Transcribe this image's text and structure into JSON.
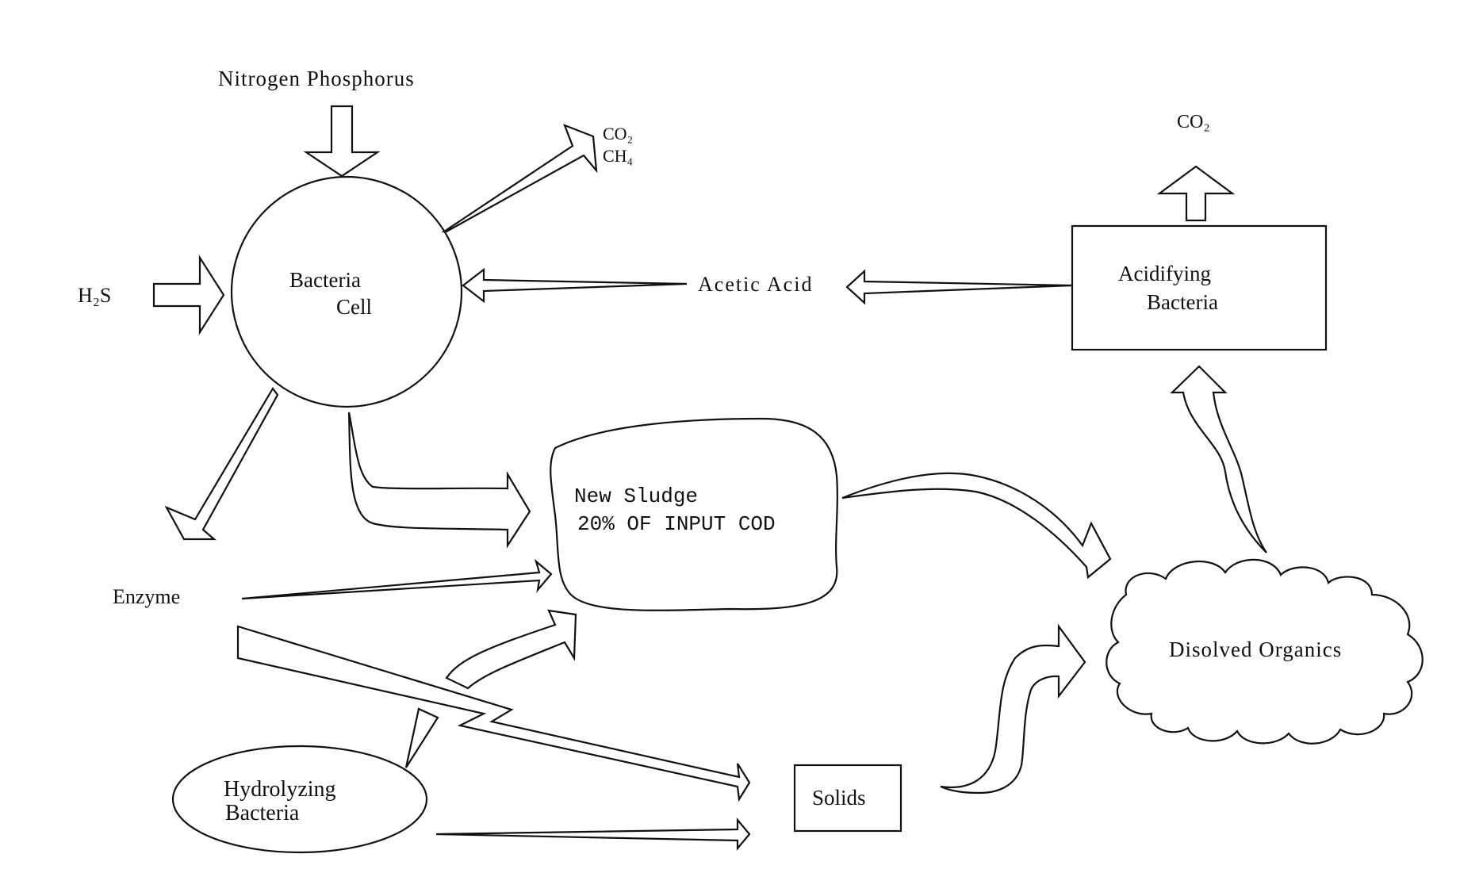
{
  "labels": {
    "nitrogen_phosphorus": "Nitrogen Phosphorus",
    "co2_top": "CO₂",
    "ch4": "CH₄",
    "h2s": "H₂S",
    "bacteria_cell_line1": "Bacteria",
    "bacteria_cell_line2": "Cell",
    "acetic_acid": "Acetic Acid",
    "acidifying_line1": "Acidifying",
    "acidifying_line2": "Bacteria",
    "co2_right": "CO₂",
    "new_sludge_line1": "New Sludge",
    "new_sludge_line2": "20% OF INPUT COD",
    "enzyme": "Enzyme",
    "disolved_organics": "Disolved Organics",
    "hydrolyzing_line1": "Hydrolyzing",
    "hydrolyzing_line2": "Bacteria",
    "solids": "Solids"
  }
}
